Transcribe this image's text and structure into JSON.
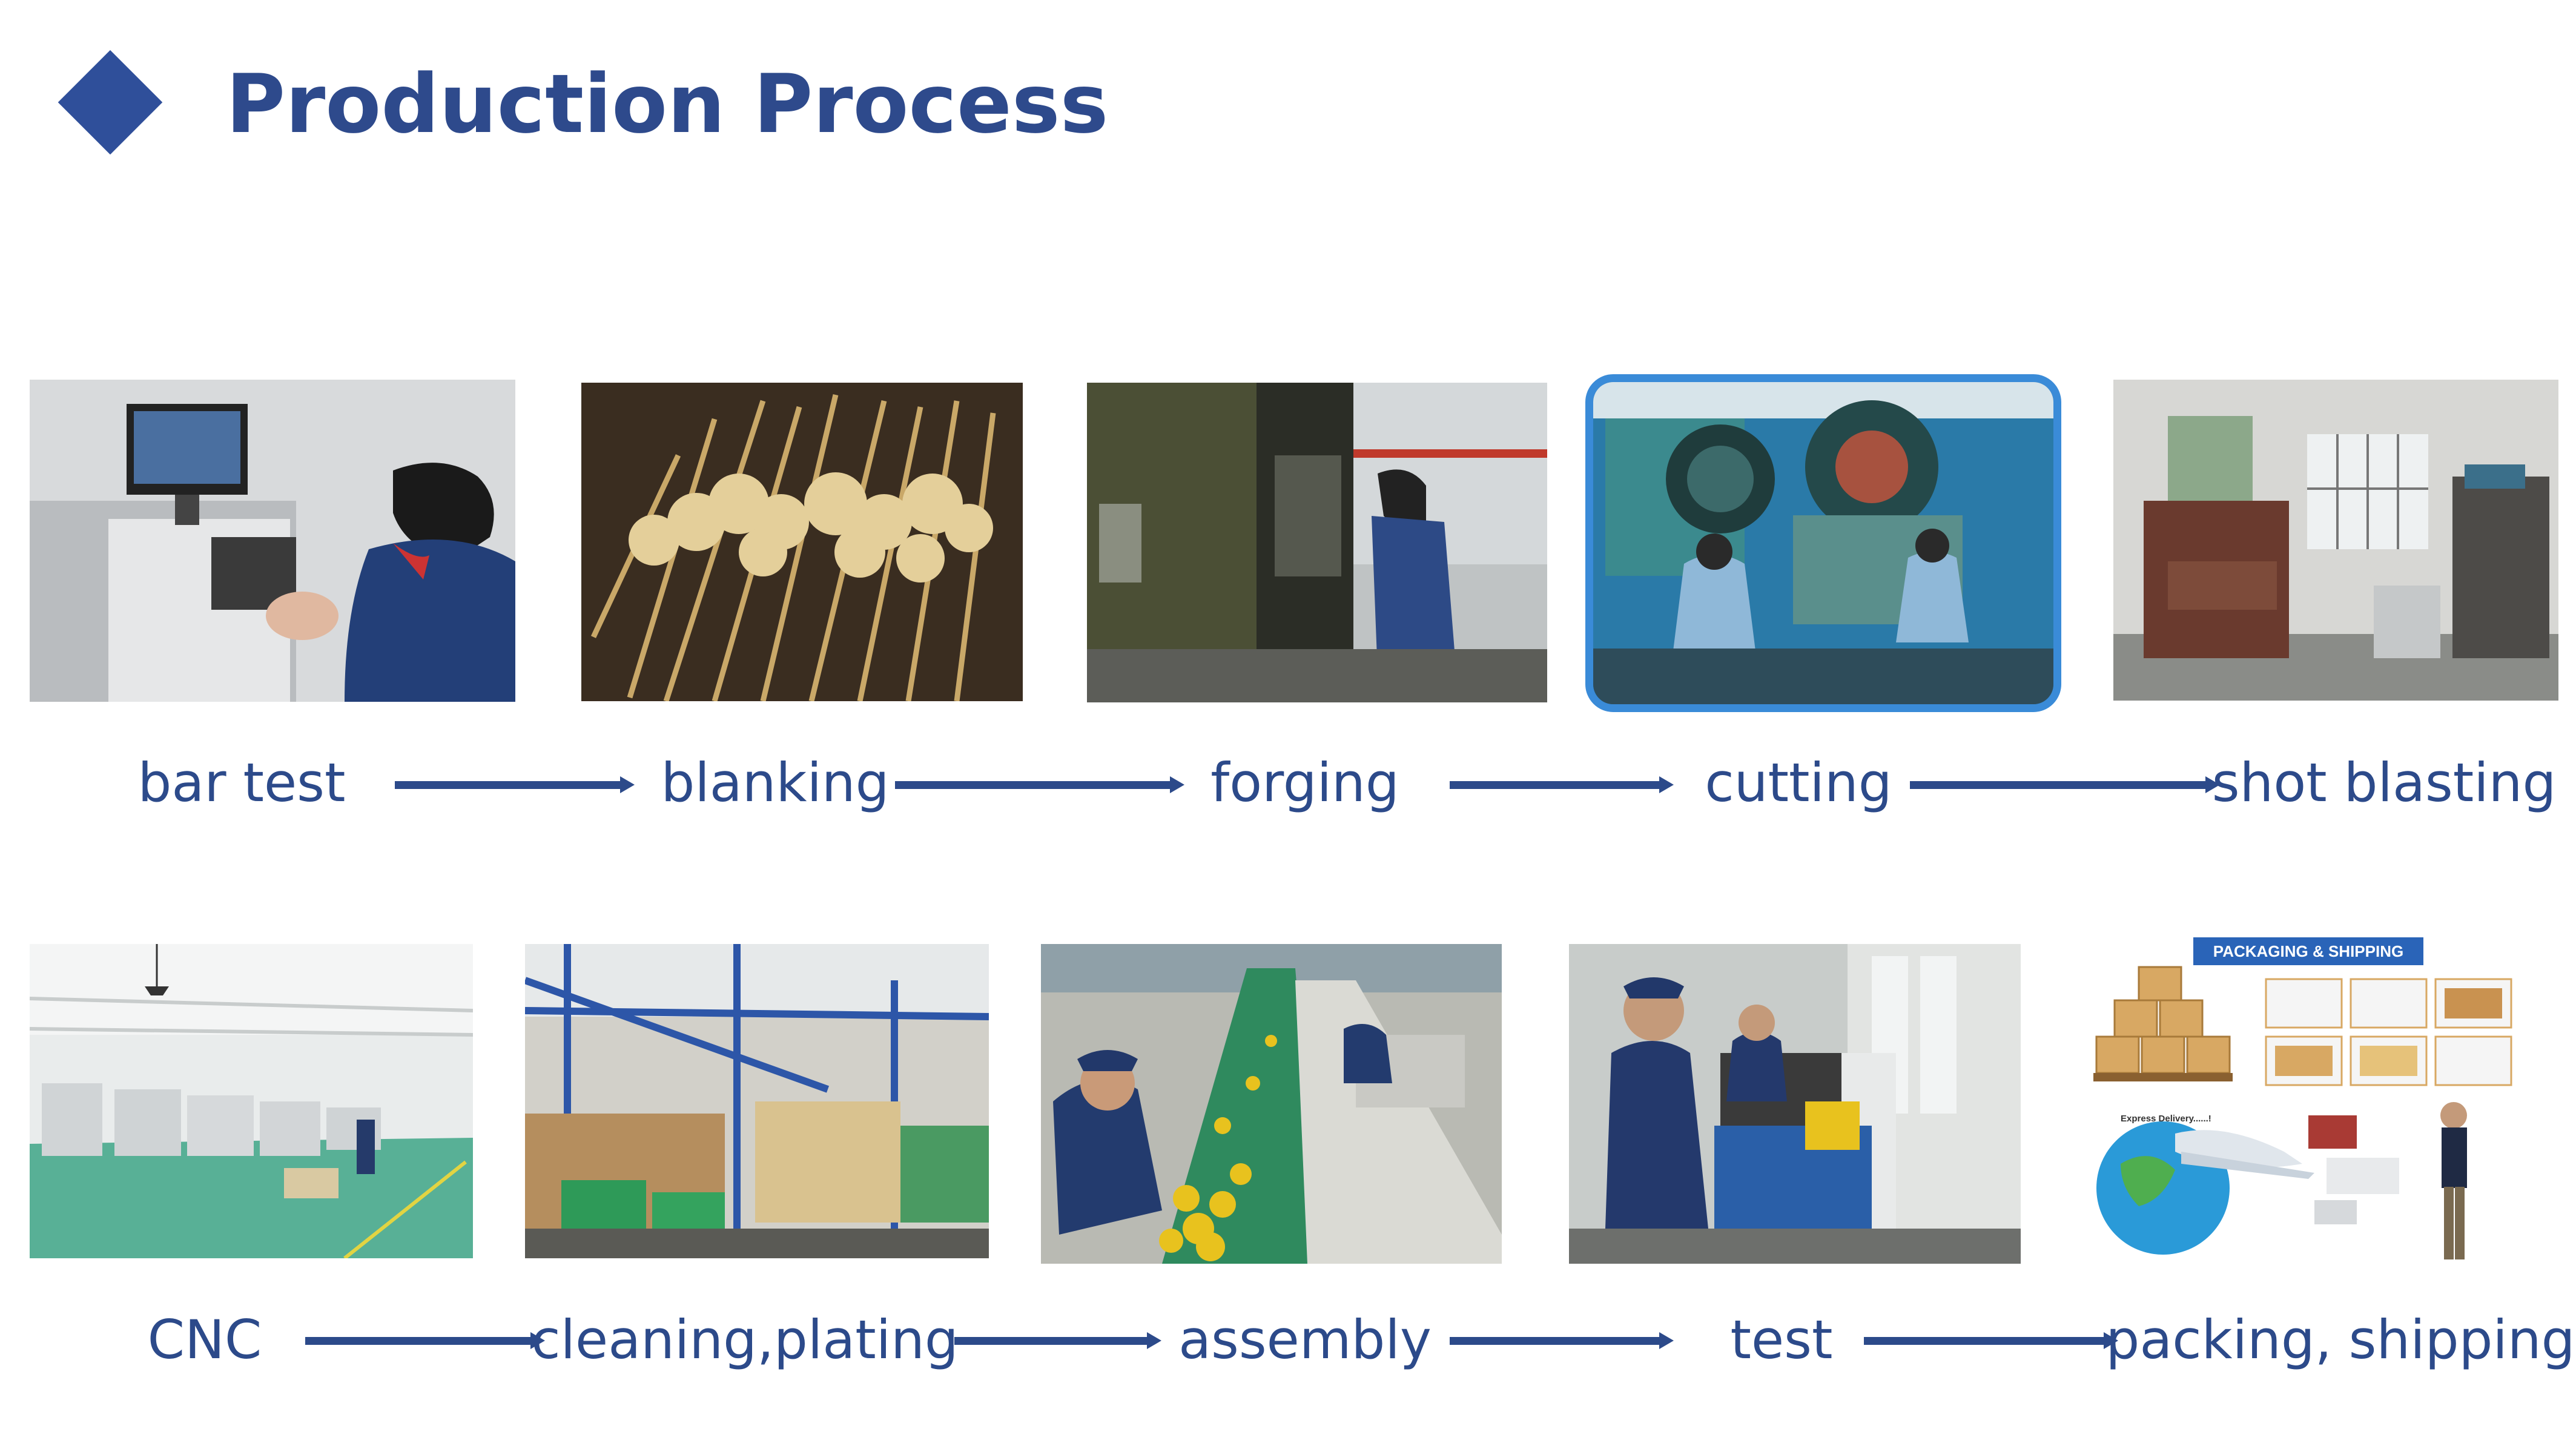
{
  "header": {
    "title": "Production Process"
  },
  "row1": {
    "steps": [
      {
        "label": "bar test"
      },
      {
        "label": "blanking"
      },
      {
        "label": "forging"
      },
      {
        "label": "cutting"
      },
      {
        "label": "shot blasting"
      }
    ]
  },
  "row2": {
    "steps": [
      {
        "label": "CNC"
      },
      {
        "label": "cleaning,plating"
      },
      {
        "label": "assembly"
      },
      {
        "label": "test"
      },
      {
        "label": "packing, shipping"
      }
    ]
  },
  "packaging_banner": "PACKAGING & SHIPPING",
  "express_text": "Express Delivery......!",
  "colors": {
    "brand_blue": "#2c4a8a",
    "frame_blue": "#3a8bd8"
  }
}
